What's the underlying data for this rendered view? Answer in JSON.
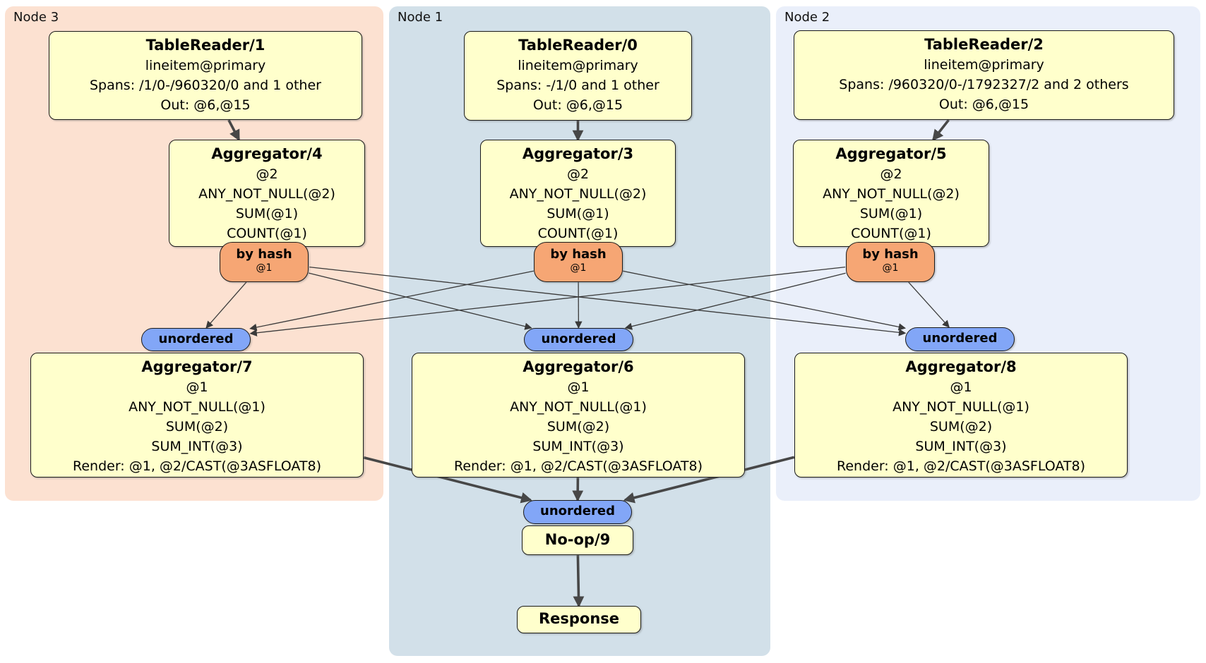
{
  "regions": {
    "node3": {
      "label": "Node 3"
    },
    "node1": {
      "label": "Node 1"
    },
    "node2": {
      "label": "Node 2"
    }
  },
  "nodes": {
    "tr1": {
      "title": "TableReader/1",
      "lines": [
        "lineitem@primary",
        "Spans: /1/0-/960320/0 and 1 other",
        "Out: @6,@15"
      ]
    },
    "tr0": {
      "title": "TableReader/0",
      "lines": [
        "lineitem@primary",
        "Spans: -/1/0 and 1 other",
        "Out: @6,@15"
      ]
    },
    "tr2": {
      "title": "TableReader/2",
      "lines": [
        "lineitem@primary",
        "Spans: /960320/0-/1792327/2 and 2 others",
        "Out: @6,@15"
      ]
    },
    "agg4": {
      "title": "Aggregator/4",
      "lines": [
        "@2",
        "ANY_NOT_NULL(@2)",
        "SUM(@1)",
        "COUNT(@1)"
      ]
    },
    "agg3": {
      "title": "Aggregator/3",
      "lines": [
        "@2",
        "ANY_NOT_NULL(@2)",
        "SUM(@1)",
        "COUNT(@1)"
      ]
    },
    "agg5": {
      "title": "Aggregator/5",
      "lines": [
        "@2",
        "ANY_NOT_NULL(@2)",
        "SUM(@1)",
        "COUNT(@1)"
      ]
    },
    "hash3": {
      "label": "by hash",
      "sub": "@1"
    },
    "hash1": {
      "label": "by hash",
      "sub": "@1"
    },
    "hash2": {
      "label": "by hash",
      "sub": "@1"
    },
    "un3": {
      "label": "unordered"
    },
    "un1": {
      "label": "unordered"
    },
    "un2": {
      "label": "unordered"
    },
    "agg7": {
      "title": "Aggregator/7",
      "lines": [
        "@1",
        "ANY_NOT_NULL(@1)",
        "SUM(@2)",
        "SUM_INT(@3)",
        "Render: @1, @2/CAST(@3ASFLOAT8)"
      ]
    },
    "agg6": {
      "title": "Aggregator/6",
      "lines": [
        "@1",
        "ANY_NOT_NULL(@1)",
        "SUM(@2)",
        "SUM_INT(@3)",
        "Render: @1, @2/CAST(@3ASFLOAT8)"
      ]
    },
    "agg8": {
      "title": "Aggregator/8",
      "lines": [
        "@1",
        "ANY_NOT_NULL(@1)",
        "SUM(@2)",
        "SUM_INT(@3)",
        "Render: @1, @2/CAST(@3ASFLOAT8)"
      ]
    },
    "unbot": {
      "label": "unordered"
    },
    "noop": {
      "title": "No-op/9"
    },
    "resp": {
      "title": "Response"
    }
  },
  "edges": [
    {
      "from": "box-tr1",
      "to": "box-agg4",
      "kind": "thick"
    },
    {
      "from": "box-tr0",
      "to": "box-agg3",
      "kind": "thick"
    },
    {
      "from": "box-tr2",
      "to": "box-agg5",
      "kind": "thick"
    },
    {
      "from": "pill-h3",
      "to": "pill-u3",
      "kind": "thin"
    },
    {
      "from": "pill-h3",
      "to": "pill-u1",
      "kind": "thin"
    },
    {
      "from": "pill-h3",
      "to": "pill-u2",
      "kind": "thin"
    },
    {
      "from": "pill-h1",
      "to": "pill-u3",
      "kind": "thin"
    },
    {
      "from": "pill-h1",
      "to": "pill-u1",
      "kind": "thin"
    },
    {
      "from": "pill-h1",
      "to": "pill-u2",
      "kind": "thin"
    },
    {
      "from": "pill-h2",
      "to": "pill-u3",
      "kind": "thin"
    },
    {
      "from": "pill-h2",
      "to": "pill-u1",
      "kind": "thin"
    },
    {
      "from": "pill-h2",
      "to": "pill-u2",
      "kind": "thin"
    },
    {
      "from": "box-agg7",
      "to": "pill-ubot",
      "kind": "thick"
    },
    {
      "from": "box-agg6",
      "to": "pill-ubot",
      "kind": "thick"
    },
    {
      "from": "box-agg8",
      "to": "pill-ubot",
      "kind": "thick"
    },
    {
      "from": "box-noop",
      "to": "box-resp",
      "kind": "thick"
    }
  ],
  "colors": {
    "region_node3_bg": "#fce1d1",
    "region_node1_bg": "#d2e0e9",
    "region_node2_bg": "#eaeffa",
    "box_bg": "#ffffcc",
    "hash_pill_bg": "#f6a674",
    "unordered_pill_bg": "#82a6f7",
    "edge": "#3a3a3a",
    "edge_thick": "#474747"
  }
}
